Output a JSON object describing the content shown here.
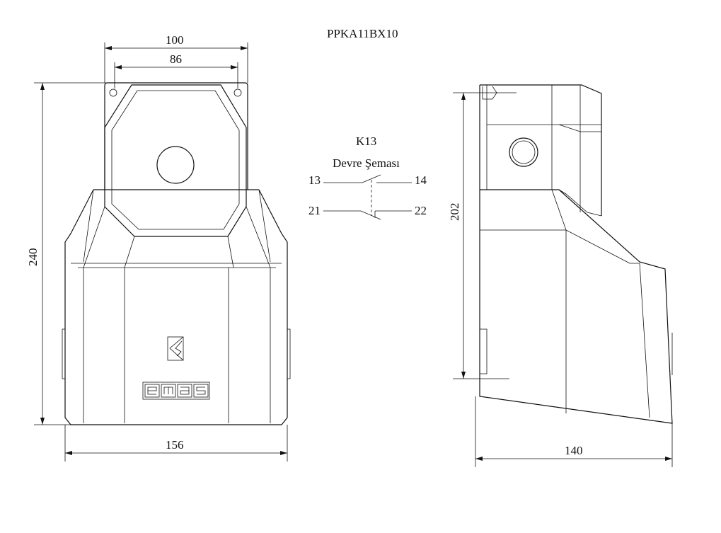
{
  "title": "PPKA11BX10",
  "circuit": {
    "name": "K13",
    "caption": "Devre Şeması",
    "terminals": [
      "13",
      "14",
      "21",
      "22"
    ]
  },
  "dimensions": {
    "front_outer_width": "100",
    "front_hole_spacing": "86",
    "front_height": "240",
    "front_base_width": "156",
    "side_height": "202",
    "side_depth": "140"
  },
  "logo_text": "emas"
}
